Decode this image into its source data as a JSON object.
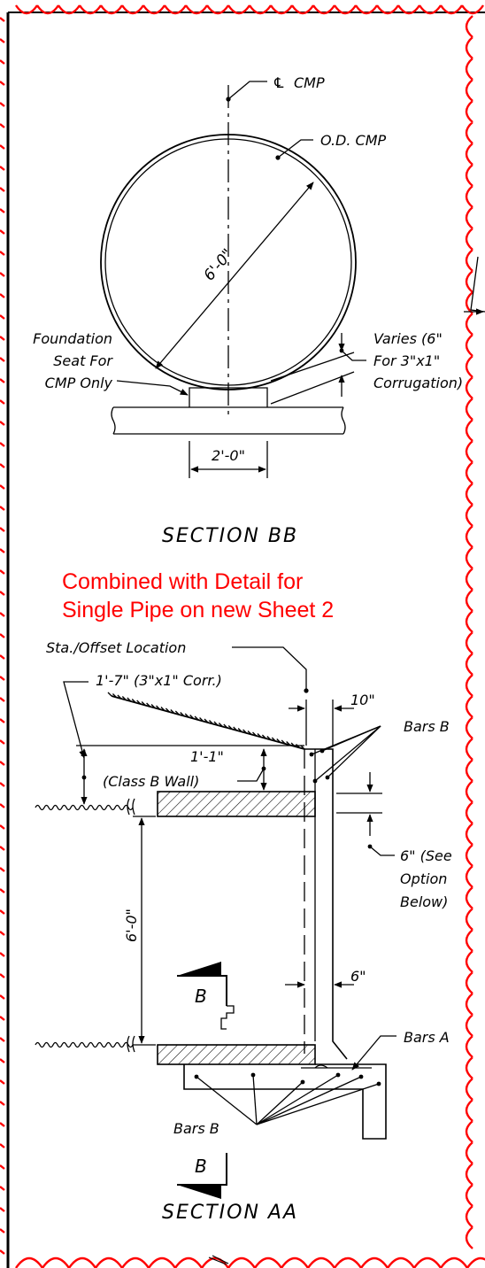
{
  "section_bb": {
    "cl_label": "CMP",
    "od_label": "O.D. CMP",
    "diameter_label": "6'-0\"",
    "foundation_label": [
      "Foundation",
      "Seat For",
      "CMP Only"
    ],
    "varies_label": [
      "Varies (6\"",
      "For 3\"x1\"",
      "Corrugation)"
    ],
    "width_label": "2'-0\"",
    "title": "SECTION BB"
  },
  "revision_note": [
    "Combined with Detail for",
    "Single Pipe on new Sheet 2"
  ],
  "section_aa": {
    "sta_label": "Sta./Offset Location",
    "depth_label": "1'-7\" (3\"x1\" Corr.)",
    "dim_10": "10\"",
    "bars_b_top": "Bars B",
    "dim_1_1": "1'-1\"",
    "class_b_label": "(Class B Wall)",
    "dim_6_see": [
      "6\" (See",
      "Option",
      "Below)"
    ],
    "height_label": "6'-0\"",
    "dim_6": "6\"",
    "section_letter_top": "B",
    "bars_a": "Bars A",
    "bars_b_bottom": "Bars B",
    "section_letter_bottom": "B",
    "title": "SECTION AA"
  },
  "colors": {
    "revision_cloud": "#ff0000",
    "linework": "#000000",
    "note_text": "#ff0000"
  }
}
